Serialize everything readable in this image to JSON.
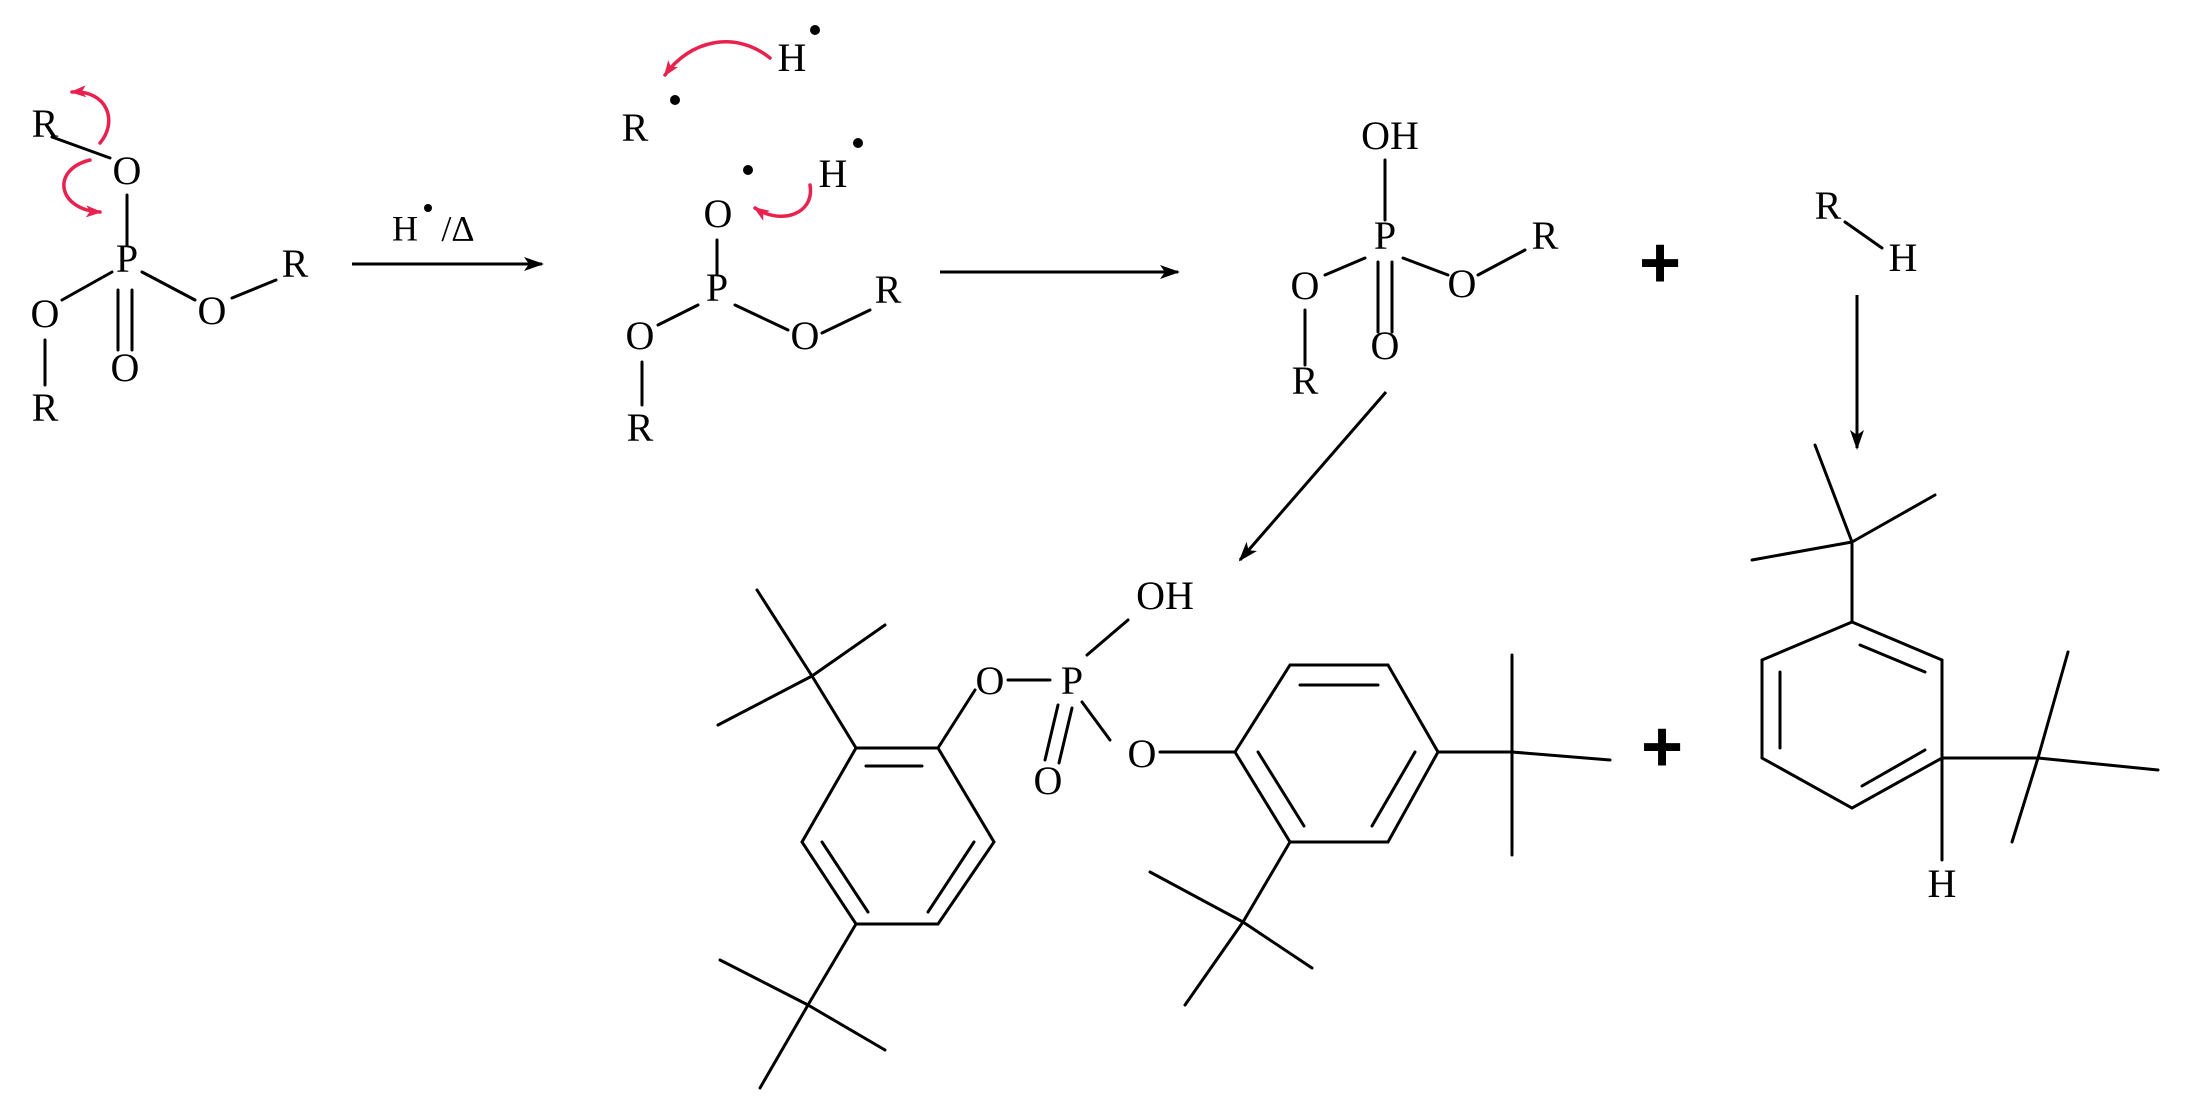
{
  "reactant": {
    "r_top": "R",
    "o_top": "O",
    "p": "P",
    "o_right": "O",
    "r_right": "R",
    "o_left": "O",
    "r_left": "R",
    "o_double": "O"
  },
  "arrow1": {
    "condition": "H",
    "condition_rest": "/Δ"
  },
  "radical_step": {
    "r_radical": "R",
    "h_radical_top": "H",
    "o_radical": "O",
    "h_radical": "H",
    "p": "P",
    "o_left": "O",
    "r_left": "R",
    "o_right": "O",
    "r_right": "R"
  },
  "acid_product": {
    "oh": "OH",
    "p": "P",
    "o_left": "O",
    "r_left": "R",
    "o_right": "O",
    "r_right": "R",
    "o_double": "O"
  },
  "plus": "+",
  "rh": {
    "r": "R",
    "h": "H"
  },
  "final_phosphate": {
    "oh": "OH",
    "p": "P",
    "o_left": "O",
    "o_right": "O",
    "o_double": "O"
  },
  "final_arene": {
    "h": "H"
  },
  "colors": {
    "curly_arrows": "#e8214e",
    "ink": "#000000"
  }
}
